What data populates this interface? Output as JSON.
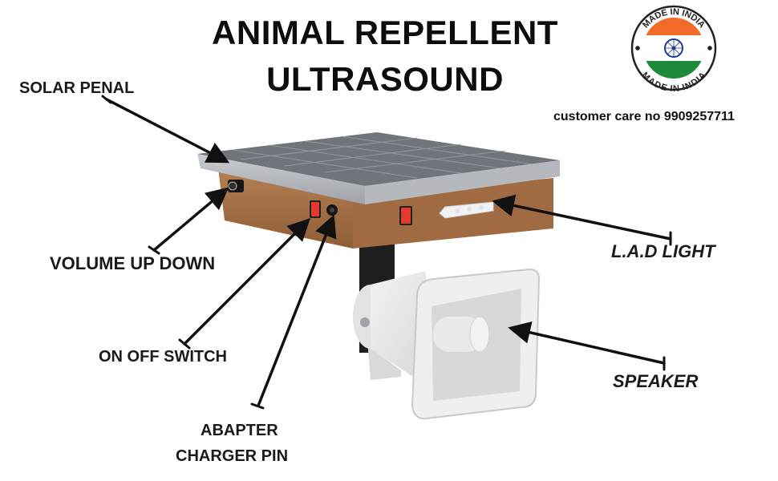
{
  "header": {
    "title_line1": "ANIMAL REPELLENT",
    "title_line2": "ULTRASOUND"
  },
  "badge": {
    "top_text": "MADE IN INDIA",
    "bottom_text": "MADE IN INDIA",
    "colors": {
      "saffron": "#F26B2A",
      "white": "#FFFFFF",
      "green": "#1E8B3A",
      "chakra": "#1F3C88"
    }
  },
  "contact": {
    "customer_care": "customer care no 9909257711"
  },
  "callouts": {
    "solar_panel": "SOLAR PENAL",
    "volume": "VOLUME UP DOWN",
    "switch": "ON OFF SWITCH",
    "adapter_line1": "ABAPTER",
    "adapter_line2": "CHARGER PIN",
    "led_light": "L.A.D LIGHT",
    "speaker": "SPEAKER"
  },
  "product_colors": {
    "panel_frame": "#B9BCC0",
    "panel_cells": "#6E7278",
    "box": "#A8744A",
    "switch_red": "#E23A2E",
    "pole": "#1E1E1E",
    "horn": "#E6E8E8"
  }
}
